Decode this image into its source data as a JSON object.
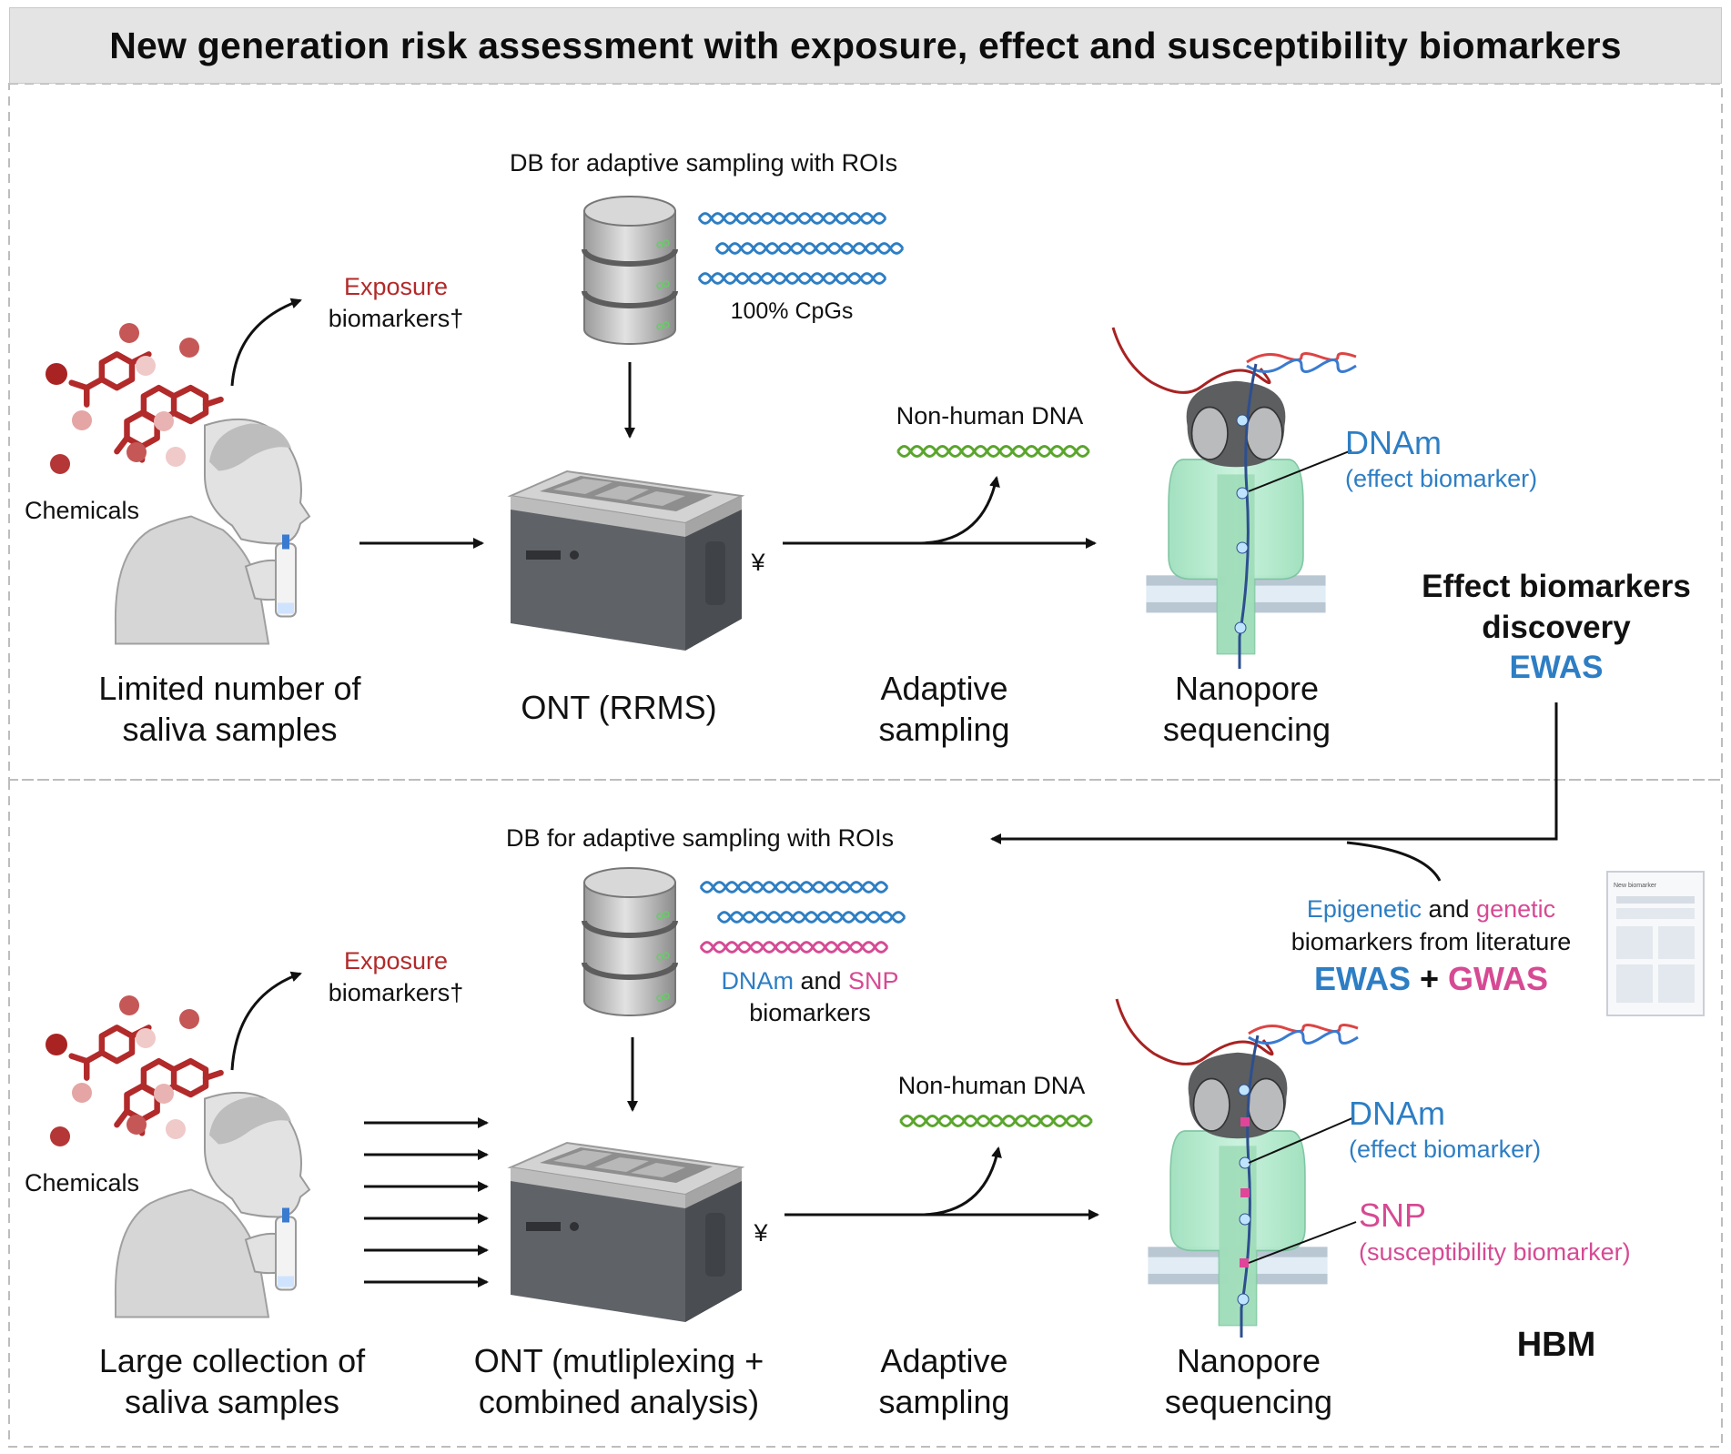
{
  "title": "New generation risk assessment with exposure, effect and susceptibility biomarkers",
  "top_row": {
    "db_caption": "DB for adaptive sampling with ROIs",
    "cpg_caption": "100% CpGs",
    "exposure_line1": "Exposure",
    "exposure_line2": "biomarkers†",
    "chemicals": "Chemicals",
    "samples_line1": "Limited number of",
    "samples_line2": "saliva samples",
    "device_label": "ONT (RRMS)",
    "yen_mark": "¥",
    "nonhuman_dna": "Non-human DNA",
    "adaptive_line1": "Adaptive",
    "adaptive_line2": "sampling",
    "nanopore_line1": "Nanopore",
    "nanopore_line2": "sequencing",
    "dnam_label": "DNAm",
    "dnam_sub": "(effect biomarker)",
    "discovery_line1": "Effect biomarkers",
    "discovery_line2": "discovery",
    "discovery_ewas": "EWAS"
  },
  "bottom_row": {
    "db_caption": "DB for adaptive sampling with ROIs",
    "biomarker_dnam": "DNAm",
    "biomarker_and": "and",
    "biomarker_snp": "SNP",
    "biomarker_line2": "biomarkers",
    "exposure_line1": "Exposure",
    "exposure_line2": "biomarkers†",
    "chemicals": "Chemicals",
    "samples_line1": "Large collection of",
    "samples_line2": "saliva samples",
    "device_line1": "ONT (mutliplexing +",
    "device_line2": "combined analysis)",
    "yen_mark": "¥",
    "nonhuman_dna": "Non-human DNA",
    "adaptive_line1": "Adaptive",
    "adaptive_line2": "sampling",
    "nanopore_line1": "Nanopore",
    "nanopore_line2": "sequencing",
    "dnam_label": "DNAm",
    "dnam_sub": "(effect biomarker)",
    "snp_label": "SNP",
    "snp_sub": "(susceptibility biomarker)",
    "literature_epi": "Epigenetic",
    "literature_and": "and",
    "literature_gen": "genetic",
    "literature_line2": "biomarkers from literature",
    "ewas": "EWAS",
    "plus": "+",
    "gwas": "GWAS",
    "hbm": "HBM",
    "paper_header": "New biomarker"
  },
  "colors": {
    "title_bg": "#e4e4e4",
    "chemical_red": "#b22a2a",
    "effect_blue": "#2d7ec4",
    "snp_pink": "#d64a93",
    "dna_green": "#5aa52c",
    "pore_green": "#a8e6c4",
    "device_gray": "#5f6266"
  }
}
